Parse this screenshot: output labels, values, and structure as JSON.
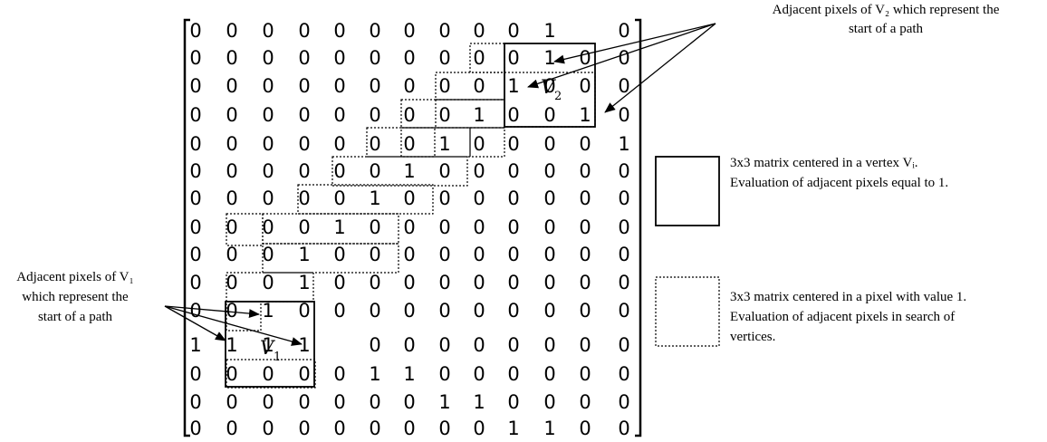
{
  "matrix": [
    [
      0,
      0,
      0,
      0,
      0,
      0,
      0,
      0,
      0,
      0,
      1,
      0
    ],
    [
      0,
      0,
      0,
      0,
      0,
      0,
      0,
      0,
      0,
      0,
      1,
      0,
      0
    ],
    [
      0,
      0,
      0,
      0,
      0,
      0,
      0,
      0,
      0,
      1,
      0,
      0,
      0
    ],
    [
      0,
      0,
      0,
      0,
      0,
      0,
      0,
      0,
      1,
      0,
      0,
      1,
      0
    ],
    [
      0,
      0,
      0,
      0,
      0,
      0,
      0,
      1,
      0,
      0,
      0,
      0,
      1
    ],
    [
      0,
      0,
      0,
      0,
      0,
      0,
      1,
      0,
      0,
      0,
      0,
      0,
      0
    ],
    [
      0,
      0,
      0,
      0,
      0,
      1,
      0,
      0,
      0,
      0,
      0,
      0,
      0
    ],
    [
      0,
      0,
      0,
      0,
      1,
      0,
      0,
      0,
      0,
      0,
      0,
      0,
      0
    ],
    [
      0,
      0,
      0,
      1,
      0,
      0,
      0,
      0,
      0,
      0,
      0,
      0,
      0
    ],
    [
      0,
      0,
      0,
      1,
      0,
      0,
      0,
      0,
      0,
      0,
      0,
      0,
      0
    ],
    [
      0,
      0,
      1,
      0,
      0,
      0,
      0,
      0,
      0,
      0,
      0,
      0,
      0
    ],
    [
      1,
      1,
      1,
      1,
      0,
      0,
      0,
      0,
      0,
      0,
      0,
      0
    ],
    [
      0,
      0,
      0,
      0,
      0,
      1,
      1,
      0,
      0,
      0,
      0,
      0,
      0
    ],
    [
      0,
      0,
      0,
      0,
      0,
      0,
      0,
      1,
      1,
      0,
      0,
      0,
      0
    ],
    [
      0,
      0,
      0,
      0,
      0,
      0,
      0,
      0,
      0,
      1,
      1,
      0,
      0
    ]
  ],
  "vertex_labels": {
    "v1": {
      "letter": "V",
      "sub": "1"
    },
    "v2": {
      "letter": "V",
      "sub": "2"
    }
  },
  "annotations": {
    "v2_line1": "Adjacent pixels of V₂ which represent the",
    "v2_line2": "start of a path",
    "v1_line1": "Adjacent pixels of V₁",
    "v1_line2": "which represent the",
    "v1_line3": "start of a path"
  },
  "legend": {
    "solid_line1": "3x3   matrix   centered   in   a   vertex Vᵢ.",
    "solid_line2": "Evaluation of adjacent pixels equal to 1.",
    "dotted_line1": "3x3 matrix centered in a pixel with value 1.",
    "dotted_line2": "Evaluation  of  adjacent  pixels  in  search  of",
    "dotted_line3": "vertices."
  }
}
